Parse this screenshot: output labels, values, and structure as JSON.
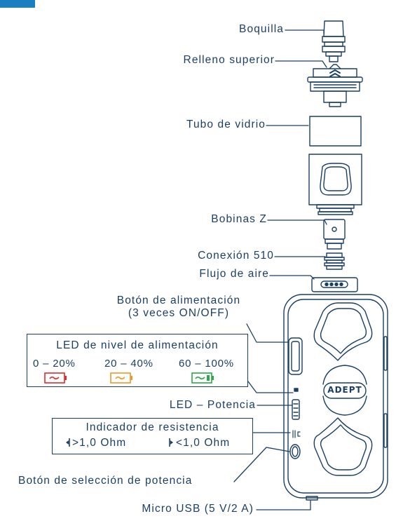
{
  "labels": {
    "mouthpiece": "Boquilla",
    "top_fill": "Relleno superior",
    "glass_tube": "Tubo de vidrio",
    "coils": "Bobinas Z",
    "connection": "Conexión 510",
    "airflow": "Flujo de aire",
    "power_button_line1": "Botón de alimentación",
    "power_button_line2": "(3 veces ON/OFF)",
    "power_led": "LED – Potencia",
    "power_select_button": "Botón de selección de potencia",
    "micro_usb": "Micro USB (5 V/2 A)"
  },
  "battery_box": {
    "title": "LED de nivel de alimentación",
    "levels": [
      {
        "range": "0 – 20%",
        "color": "#e32b2b"
      },
      {
        "range": "20 – 40%",
        "color": "#f0962a"
      },
      {
        "range": "60 – 100%",
        "color": "#2aa84a"
      }
    ]
  },
  "resistance_box": {
    "title": "Indicador de resistencia",
    "high": ">1,0 Ohm",
    "low": "<1,0 Ohm"
  },
  "brand": "ADEPT",
  "colors": {
    "line": "#1a3f66",
    "accent": "#1a7fc1"
  }
}
